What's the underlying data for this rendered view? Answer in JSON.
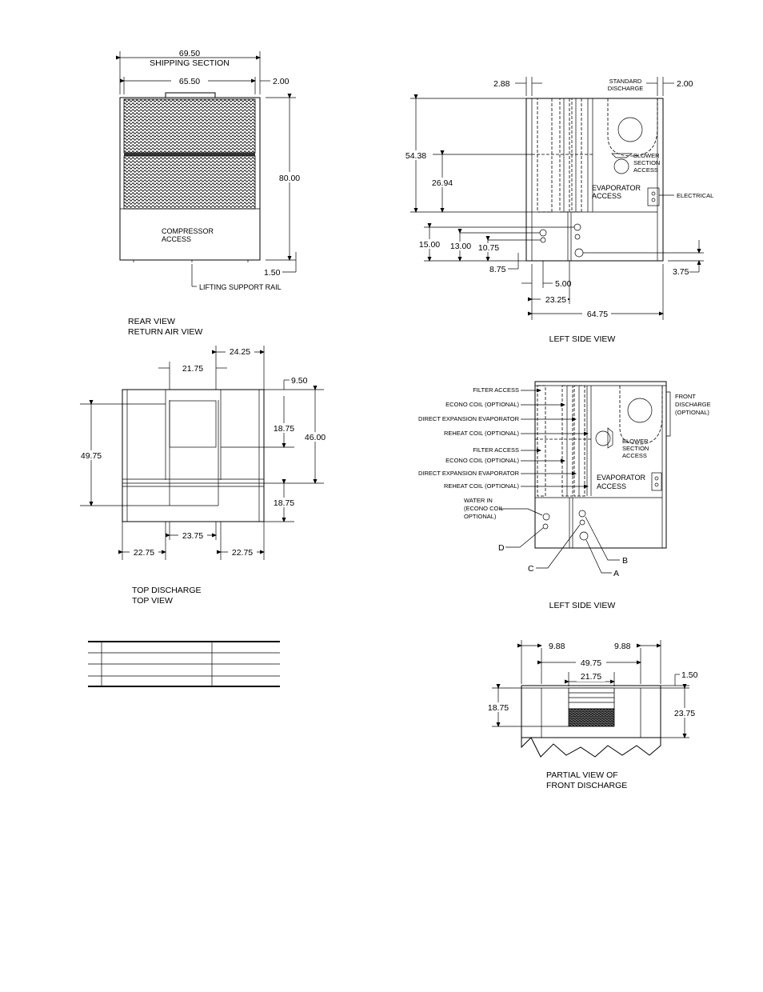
{
  "rear": {
    "shipping_width": "69.50",
    "shipping_label": "SHIPPING  SECTION",
    "width": "65.50",
    "right_offset": "2.00",
    "height": "80.00",
    "base": "1.50",
    "compressor": [
      "COMPRESSOR",
      "ACCESS"
    ],
    "rail": "LIFTING  SUPPORT  RAIL",
    "caption": [
      "REAR  VIEW",
      "RETURN  AIR  VIEW"
    ]
  },
  "left1": {
    "d_left": "2.88",
    "d_right": "2.00",
    "standard_discharge": [
      "STANDARD",
      "DISCHARGE"
    ],
    "h1": "54.38",
    "h2": "26.94",
    "blower": [
      "BLOWER",
      "SECTION",
      "ACCESS"
    ],
    "evap": [
      "EVAPORATOR",
      "ACCESS"
    ],
    "electrical": "ELECTRICAL",
    "d15": "15.00",
    "d13": "13.00",
    "d1075": "10.75",
    "d875": "8.75",
    "d500": "5.00",
    "d2325": "23.25",
    "d6475": "64.75",
    "d375": "3.75",
    "caption": "LEFT  SIDE  VIEW"
  },
  "top": {
    "d2425": "24.25",
    "d2175": "21.75",
    "d950": "9.50",
    "d4975": "49.75",
    "d1875a": "18.75",
    "d4600": "46.00",
    "d1875b": "18.75",
    "d2375": "23.75",
    "d2275a": "22.75",
    "d2275b": "22.75",
    "caption": [
      "TOP  DISCHARGE",
      "TOP  VIEW"
    ]
  },
  "left2": {
    "callouts": [
      "FILTER ACCESS",
      "ECONO COIL (OPTIONAL)",
      "DIRECT EXPANSION EVAPORATOR",
      "REHEAT COIL (OPTIONAL)",
      "FILTER ACCESS",
      "ECONO COIL (OPTIONAL)",
      "DIRECT EXPANSION EVAPORATOR",
      "REHEAT COIL (OPTIONAL)"
    ],
    "front_discharge": [
      "FRONT",
      "DISCHARGE",
      "(OPTIONAL)"
    ],
    "blower": [
      "BLOWER",
      "SECTION",
      "ACCESS"
    ],
    "evap": [
      "EVAPORATOR",
      "ACCESS"
    ],
    "water": [
      "WATER IN",
      "(ECONO COIL",
      "OPTIONAL)"
    ],
    "D": "D",
    "C": "C",
    "B": "B",
    "A": "A",
    "caption": "LEFT  SIDE  VIEW"
  },
  "partial": {
    "d988a": "9.88",
    "d988b": "9.88",
    "d4975": "49.75",
    "d2175": "21.75",
    "d150": "1.50",
    "d1875": "18.75",
    "d2375": "23.75",
    "caption": [
      "PARTIAL  VIEW  OF",
      "FRONT  DISCHARGE"
    ]
  }
}
